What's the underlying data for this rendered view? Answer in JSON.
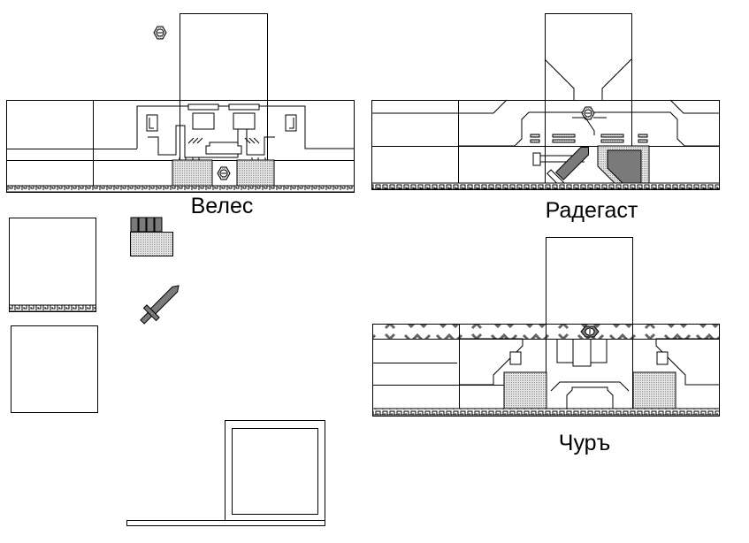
{
  "templates": [
    {
      "name": "Велес"
    },
    {
      "name": "Радегаст"
    },
    {
      "name": "Чуръ"
    }
  ],
  "colors": {
    "line": "#000000",
    "fill": "#c8c8c8",
    "dark": "#7a7a7a",
    "background": "#ffffff"
  }
}
